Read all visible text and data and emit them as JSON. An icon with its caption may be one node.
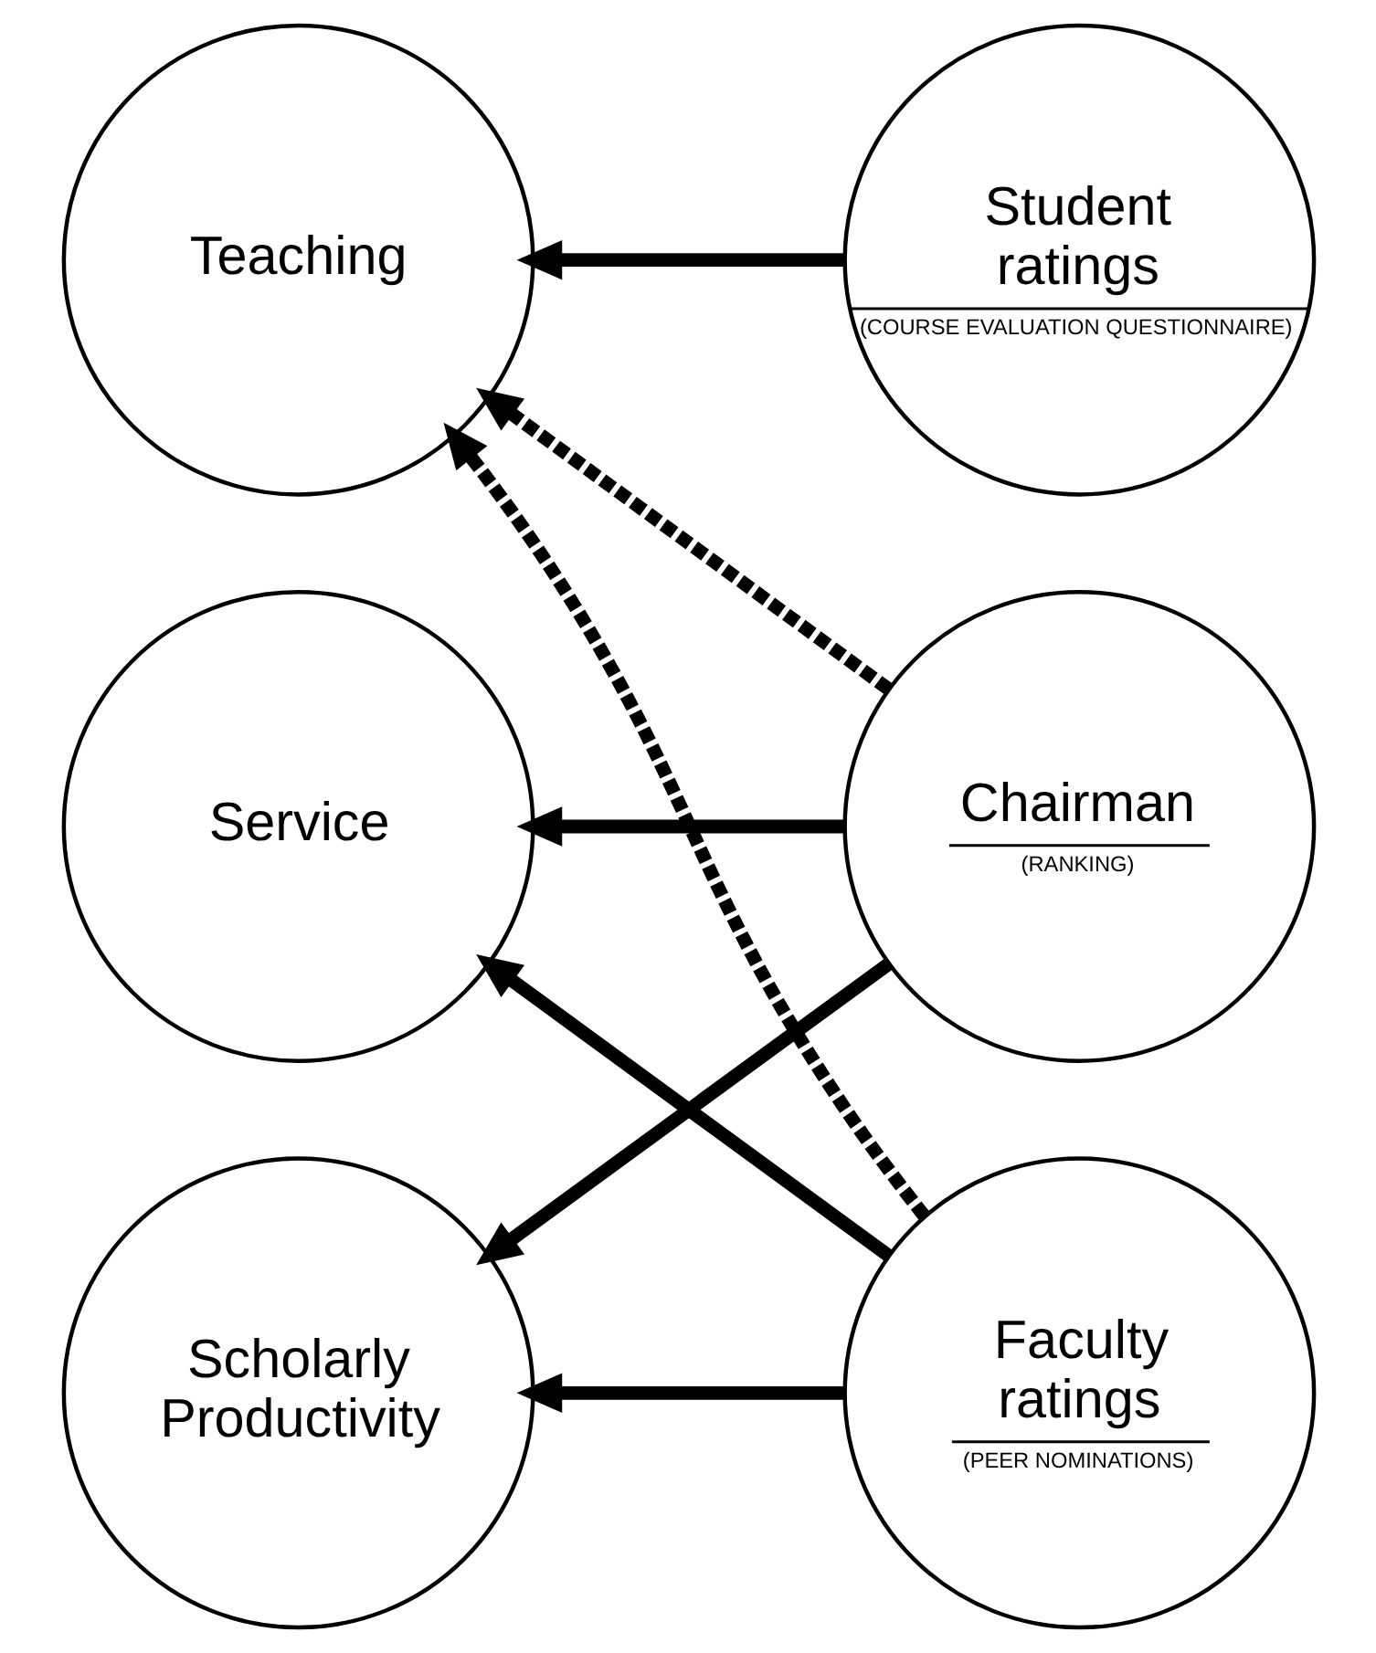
{
  "diagram": {
    "nodes": [
      {
        "text": [
          "Teaching"
        ]
      },
      {
        "text": [
          "Student ratings",
          "(COURSE EVALUATION QUESTIONNAIRE)"
        ]
      },
      {
        "text": [
          "Scholarly Productivity"
        ]
      },
      {
        "text": [
          "Faculty ratings",
          "(PEER NOMINATIONS)"
        ]
      },
      {
        "text": [
          "Service"
        ]
      },
      {
        "text": [
          "Chairman",
          "(RANKING)"
        ]
      }
    ],
    "edges": [
      {
        "from": 1,
        "to": 0,
        "arrow": "to"
      },
      {
        "from": 3,
        "to": 0,
        "arrow": "to",
        "style": "dashed"
      },
      {
        "from": 5,
        "to": 0,
        "arrow": "to",
        "style": "dashed"
      },
      {
        "from": 3,
        "to": 2,
        "arrow": "to"
      },
      {
        "from": 3,
        "to": 4,
        "arrow": "to"
      },
      {
        "from": 5,
        "to": 2,
        "arrow": "to"
      },
      {
        "from": 5,
        "to": 4,
        "arrow": "to"
      }
    ]
  }
}
